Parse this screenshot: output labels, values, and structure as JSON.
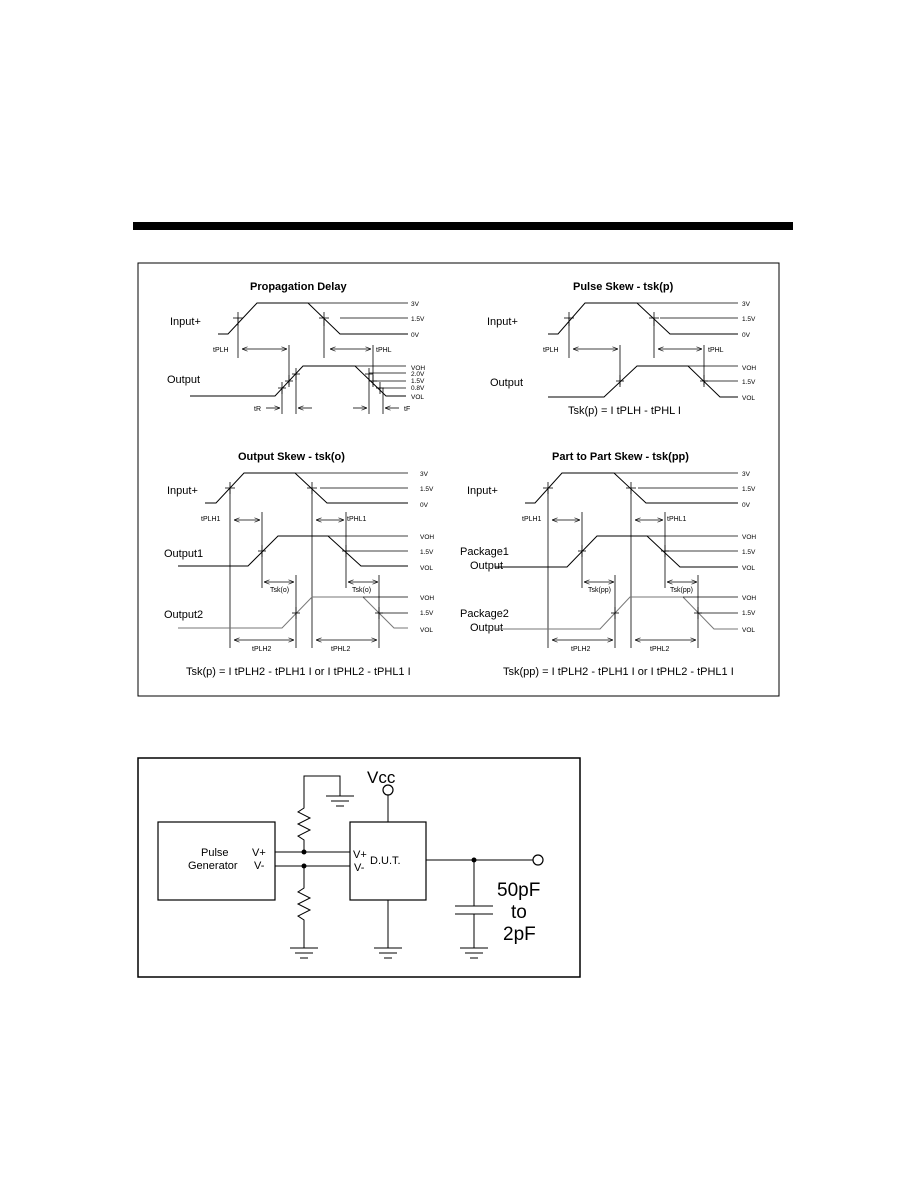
{
  "timing": {
    "prop": {
      "title": "Propagation Delay",
      "input": "Input+",
      "output": "Output",
      "lv_3v": "3V",
      "lv_15v": "1.5V",
      "lv_0v": "0V",
      "voh": "VOH",
      "lv_20v": "2.0V",
      "lv_15v_out": "1.5V",
      "lv_08v": "0.8V",
      "vol": "VOL",
      "tplh": "tPLH",
      "tphl": "tPHL",
      "tr": "tR",
      "tf": "tF"
    },
    "pulse": {
      "title": "Pulse Skew - tsk(p)",
      "input": "Input+",
      "output": "Output",
      "lv_3v": "3V",
      "lv_15v": "1.5V",
      "lv_0v": "0V",
      "voh": "VOH",
      "lv_15v_out": "1.5V",
      "vol": "VOL",
      "tplh": "tPLH",
      "tphl": "tPHL",
      "formula": "Tsk(p) = I tPLH - tPHL I"
    },
    "outskew": {
      "title": "Output Skew - tsk(o)",
      "input": "Input+",
      "output1": "Output1",
      "output2": "Output2",
      "lv_3v": "3V",
      "lv_15v": "1.5V",
      "lv_0v": "0V",
      "voh1": "VOH",
      "lv_15v_o1": "1.5V",
      "vol1": "VOL",
      "voh2": "VOH",
      "lv_15v_o2": "1.5V",
      "vol2": "VOL",
      "tplh1": "tPLH1",
      "tphl1": "tPHL1",
      "tplh2": "tPLH2",
      "tphl2": "tPHL2",
      "tsk_a": "Tsk(o)",
      "tsk_b": "Tsk(o)",
      "formula": "Tsk(p) = I tPLH2 - tPLH1 I or I tPHL2 - tPHL1 I"
    },
    "part": {
      "title": "Part to Part Skew - tsk(pp)",
      "input": "Input+",
      "pkg1_a": "Package1",
      "pkg1_b": "Output",
      "pkg2_a": "Package2",
      "pkg2_b": "Output",
      "lv_3v": "3V",
      "lv_15v": "1.5V",
      "lv_0v": "0V",
      "voh1": "VOH",
      "lv_15v_o1": "1.5V",
      "vol1": "VOL",
      "voh2": "VOH",
      "lv_15v_o2": "1.5V",
      "vol2": "VOL",
      "tplh1": "tPLH1",
      "tphl1": "tPHL1",
      "tplh2": "tPLH2",
      "tphl2": "tPHL2",
      "tsk_a": "Tsk(pp)",
      "tsk_b": "Tsk(pp)",
      "formula": "Tsk(pp) = I tPLH2 - tPLH1 I or I tPHL2 - tPHL1 I"
    }
  },
  "circuit": {
    "gen_1": "Pulse",
    "gen_2": "Generator",
    "vplus": "V+",
    "vminus": "V-",
    "dut_vplus": "V+",
    "dut_vminus": "V-",
    "dut": "D.U.T.",
    "vcc": "Vcc",
    "cap_1": "50pF",
    "cap_2": "to",
    "cap_3": "2pF"
  }
}
